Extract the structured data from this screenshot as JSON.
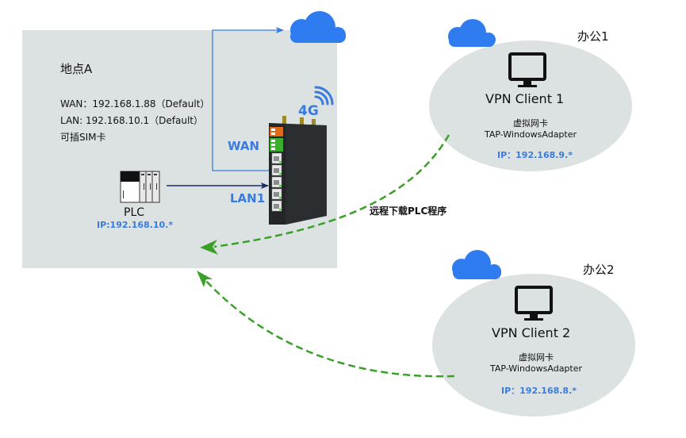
{
  "site": {
    "title": "地点A",
    "wan_line": "WAN：192.168.1.88（Default）",
    "lan_line": "LAN: 192.168.10.1（Default）",
    "sim_line": "可插SIM卡",
    "background_color": "#dce2e1"
  },
  "router": {
    "wan_label": "WAN",
    "lan_label": "LAN1",
    "cellular_label": "4G"
  },
  "plc": {
    "name": "PLC",
    "ip": "IP:192.168.10.*"
  },
  "connection": {
    "remote_label": "远程下载PLC程序",
    "link_color": "#3a7be0",
    "lan_link_color": "#1a2a6a",
    "vpn_path_color": "#3aa02a"
  },
  "offices": [
    {
      "title": "办公1",
      "client_name": "VPN Client 1",
      "adapter_line1": "虚拟网卡",
      "adapter_line2": "TAP-WindowsAdapter",
      "ip": "IP：192.168.9.*"
    },
    {
      "title": "办公2",
      "client_name": "VPN Client 2",
      "adapter_line1": "虚拟网卡",
      "adapter_line2": "TAP-WindowsAdapter",
      "ip": "IP：192.168.8.*"
    }
  ],
  "icons": {
    "cloud": "cloud-icon",
    "monitor": "monitor-icon",
    "router": "router-device-icon",
    "plc": "plc-icon",
    "signal": "wifi-signal-icon"
  },
  "colors": {
    "cloud": "#2f7cf0",
    "accent_text": "#3a7be0"
  }
}
